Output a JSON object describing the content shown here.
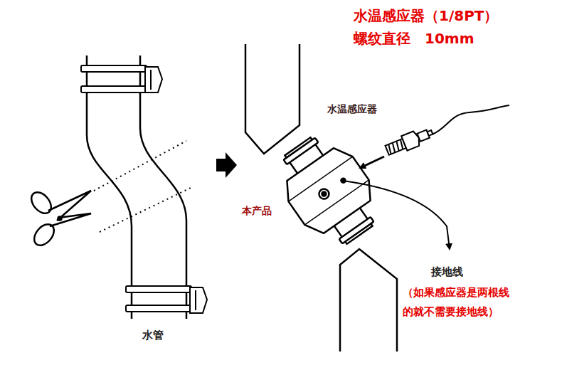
{
  "diagram": {
    "labels": [
      "水温感应器（1/8PT）",
      "螺纹直径　10mm",
      "水温感应器",
      "本产品",
      "接地线",
      "（如果感应器是两根线 的就不需要接地线）",
      "水管"
    ]
  }
}
